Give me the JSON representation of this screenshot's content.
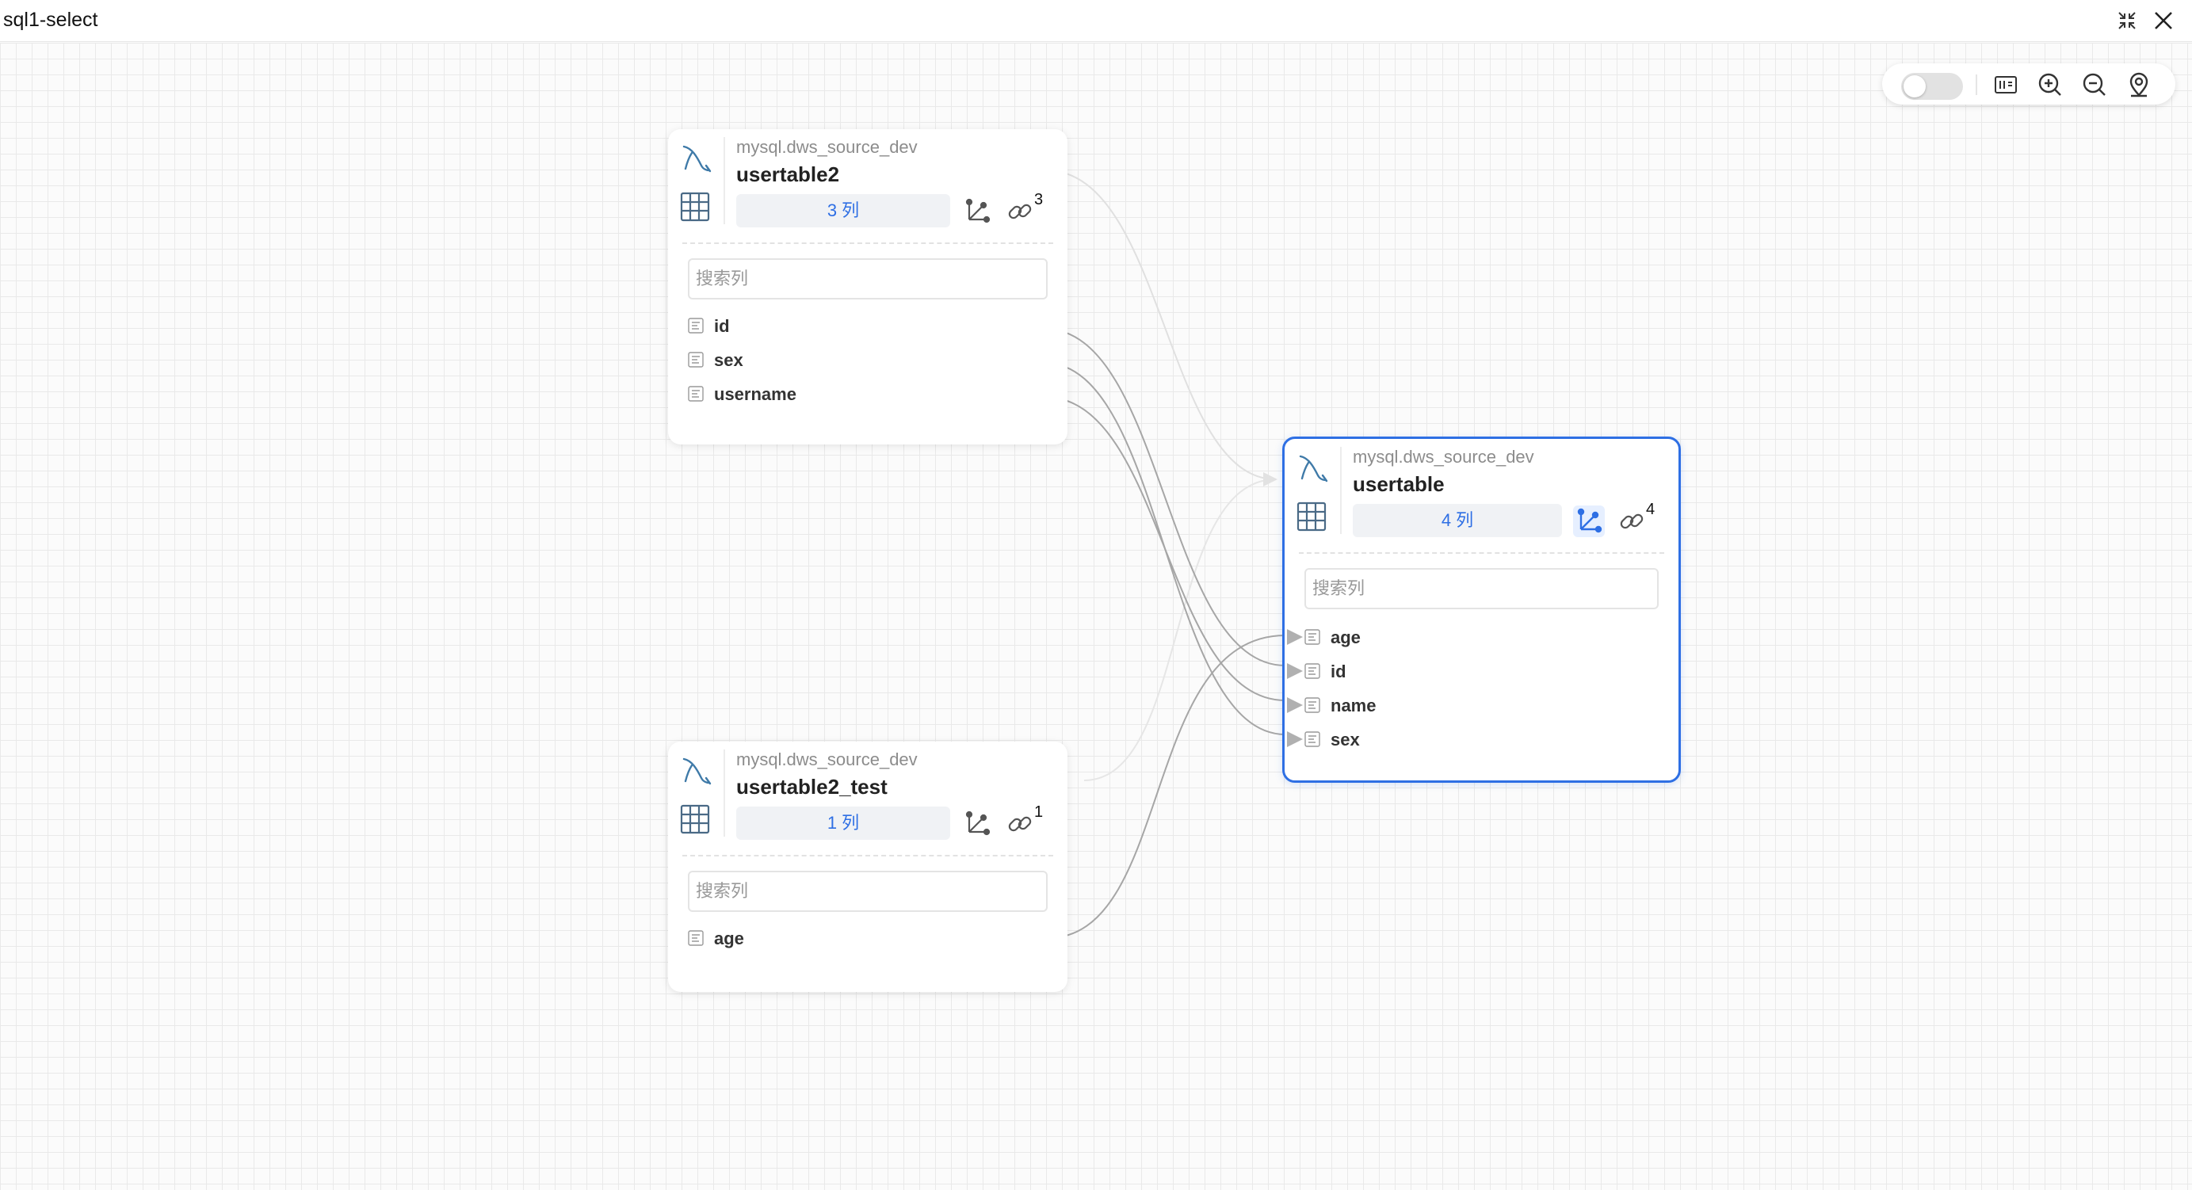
{
  "window": {
    "title": "sql1-select",
    "collapse_icon": "collapse-icon",
    "close_icon": "close-icon"
  },
  "toolbar": {
    "toggle_state": "off",
    "tools": [
      "minimap-icon",
      "zoom-in-icon",
      "zoom-out-icon",
      "locate-icon"
    ]
  },
  "colors": {
    "accent": "#2e6fe4",
    "edge": "#a6a6a6",
    "edge_faint": "#dcdcdc",
    "grid": "#e9e9e9"
  },
  "nodes": {
    "usertable2": {
      "source": "mysql.dws_source_dev",
      "name": "usertable2",
      "columns_label": "3 列",
      "link_count": "3",
      "search_placeholder": "搜索列",
      "columns": [
        "id",
        "sex",
        "username"
      ]
    },
    "usertable2_test": {
      "source": "mysql.dws_source_dev",
      "name": "usertable2_test",
      "columns_label": "1 列",
      "link_count": "1",
      "search_placeholder": "搜索列",
      "columns": [
        "age"
      ]
    },
    "usertable": {
      "source": "mysql.dws_source_dev",
      "name": "usertable",
      "columns_label": "4 列",
      "link_count": "4",
      "search_placeholder": "搜索列",
      "columns": [
        "age",
        "id",
        "name",
        "sex"
      ],
      "selected": true
    }
  }
}
